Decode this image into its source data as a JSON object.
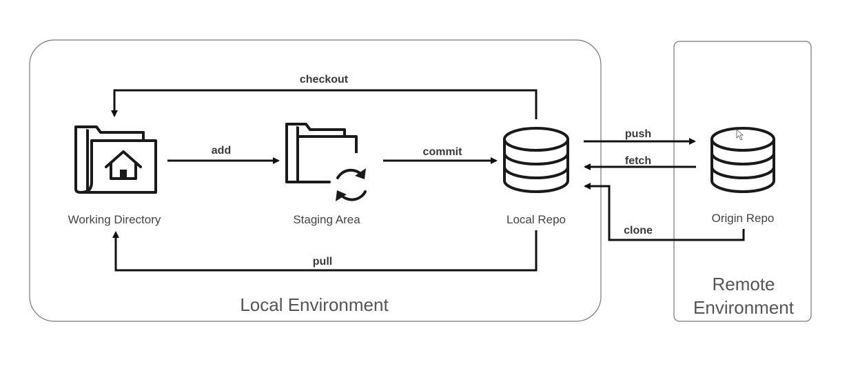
{
  "environments": {
    "local": "Local Environment",
    "remote_line1": "Remote",
    "remote_line2": "Environment"
  },
  "nodes": {
    "working_directory": {
      "label": "Working Directory",
      "icon": "folder-home-icon"
    },
    "staging_area": {
      "label": "Staging Area",
      "icon": "folder-sync-icon"
    },
    "local_repo": {
      "label": "Local Repo",
      "icon": "database-icon"
    },
    "origin_repo": {
      "label": "Origin Repo",
      "icon": "database-icon"
    }
  },
  "edges": {
    "checkout": "checkout",
    "add": "add",
    "commit": "commit",
    "push": "push",
    "fetch": "fetch",
    "clone": "clone",
    "pull": "pull"
  },
  "colors": {
    "line": "#111111",
    "box_border": "#777777",
    "text": "#444444"
  }
}
